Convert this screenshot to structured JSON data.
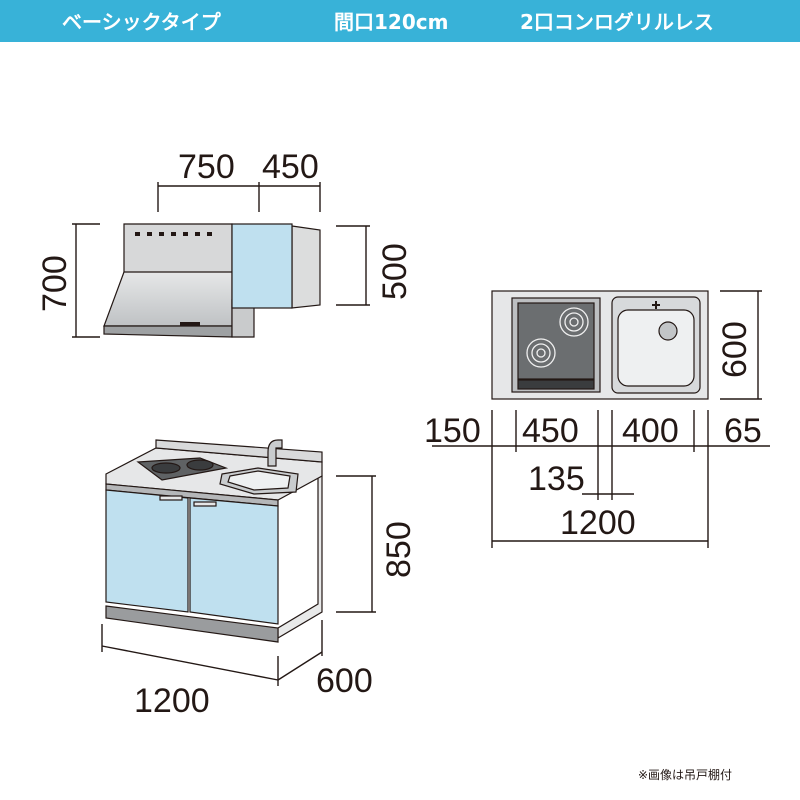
{
  "header": {
    "type": "ベーシックタイプ",
    "width": "間口120cm",
    "stove": "2口コンログリルレス"
  },
  "dimensions": {
    "hood_width": "750",
    "cabinet_width": "450",
    "hood_height": "700",
    "cabinet_height": "500",
    "top_depth": "600",
    "seg_left": "150",
    "seg_stove": "450",
    "seg_sink": "400",
    "seg_right": "65",
    "gap": "135",
    "top_width": "1200",
    "base_height": "850",
    "base_width": "1200",
    "base_depth": "600"
  },
  "footnote": "※画像は吊戸棚付",
  "colors": {
    "header": "#38b2d8",
    "door": "#bfe0ef",
    "line": "#231815",
    "steel": "#d6d8da"
  }
}
